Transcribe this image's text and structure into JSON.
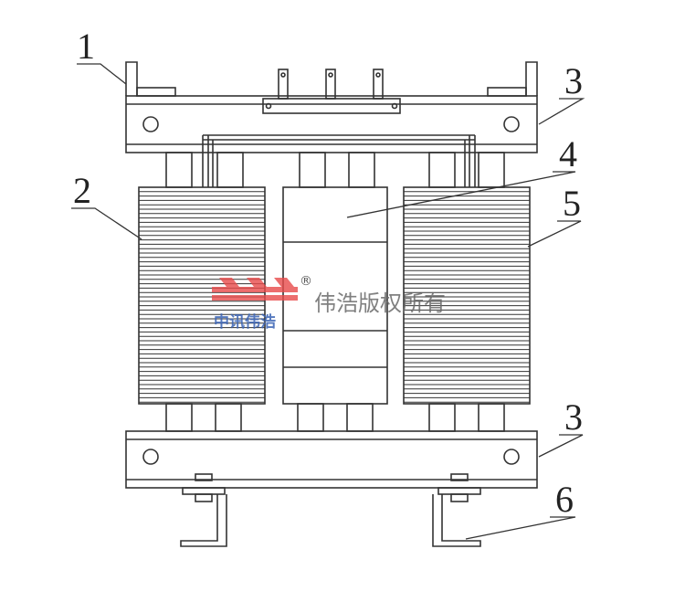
{
  "callouts": [
    {
      "id": "c1",
      "text": "1"
    },
    {
      "id": "c2",
      "text": "2"
    },
    {
      "id": "c3a",
      "text": "3"
    },
    {
      "id": "c4",
      "text": "4"
    },
    {
      "id": "c5",
      "text": "5"
    },
    {
      "id": "c3b",
      "text": "3"
    },
    {
      "id": "c6",
      "text": "6"
    }
  ],
  "watermark": {
    "text": "伟浩版权所有",
    "brand": "中讯伟浩",
    "registered": "®",
    "colors": {
      "logo": "#e84b4b",
      "brand": "#3a63b4",
      "text": "#6a6a6a"
    }
  },
  "colors": {
    "line": "#333333",
    "background": "#ffffff"
  }
}
